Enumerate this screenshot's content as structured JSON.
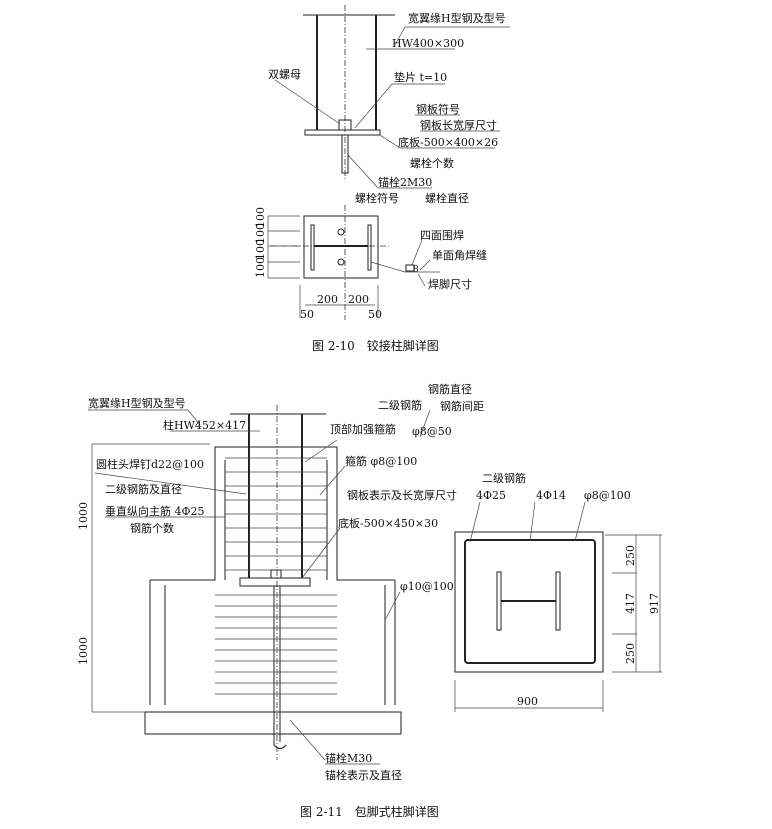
{
  "fig10": {
    "caption": "图 2-10　铰接柱脚详图",
    "labels": {
      "h_steel": "宽翼缘H型钢及型号",
      "h_size": "HW400×300",
      "double_nut": "双螺母",
      "washer": "垫片 t=10",
      "plate_symbol": "钢板符号",
      "plate_dims": "钢板长宽厚尺寸",
      "base_plate": "底板-500×400×26",
      "bolt_count": "螺栓个数",
      "anchor": "锚栓2M30",
      "bolt_symbol": "螺栓符号",
      "bolt_dia": "螺栓直径",
      "weld_all": "四面围焊",
      "fillet": "单面角焊缝",
      "weld_size": "焊脚尺寸",
      "weld_num": "8"
    },
    "dims": {
      "v": [
        "100",
        "100",
        "100",
        "100"
      ],
      "h": [
        "200",
        "200"
      ],
      "edge": [
        "50",
        "50"
      ]
    }
  },
  "fig11": {
    "caption": "图 2-11　包脚式柱脚详图",
    "labels": {
      "h_steel": "宽翼缘H型钢及型号",
      "column": "柱HW452×417",
      "grade2": "二级钢筋",
      "rebar_dia": "钢筋直径",
      "rebar_spacing": "钢筋间距",
      "top_stirrup": "顶部加强箍筋",
      "top_stirrup_spec": "φ8@50",
      "stud": "圆柱头焊钉d22@100",
      "stirrup": "箍筋 φ8@100",
      "grade2_dia": "二级钢筋及直径",
      "main_bar": "垂直纵向主筋 4Φ25",
      "bar_count": "钢筋个数",
      "plate_desc": "钢板表示及长宽厚尺寸",
      "base_plate": "底板-500×450×30",
      "phi10": "φ10@100",
      "anchor": "锚栓M30",
      "anchor_desc": "锚栓表示及直径",
      "sec_grade2": "二级钢筋",
      "sec_4phi25": "4Φ25",
      "sec_4phi14": "4Φ14",
      "sec_phi8": "φ8@100"
    },
    "dims": {
      "h1": "1000",
      "h2": "1000",
      "sec_v": [
        "250",
        "417",
        "250"
      ],
      "sec_total": "917",
      "sec_w": "900"
    }
  }
}
